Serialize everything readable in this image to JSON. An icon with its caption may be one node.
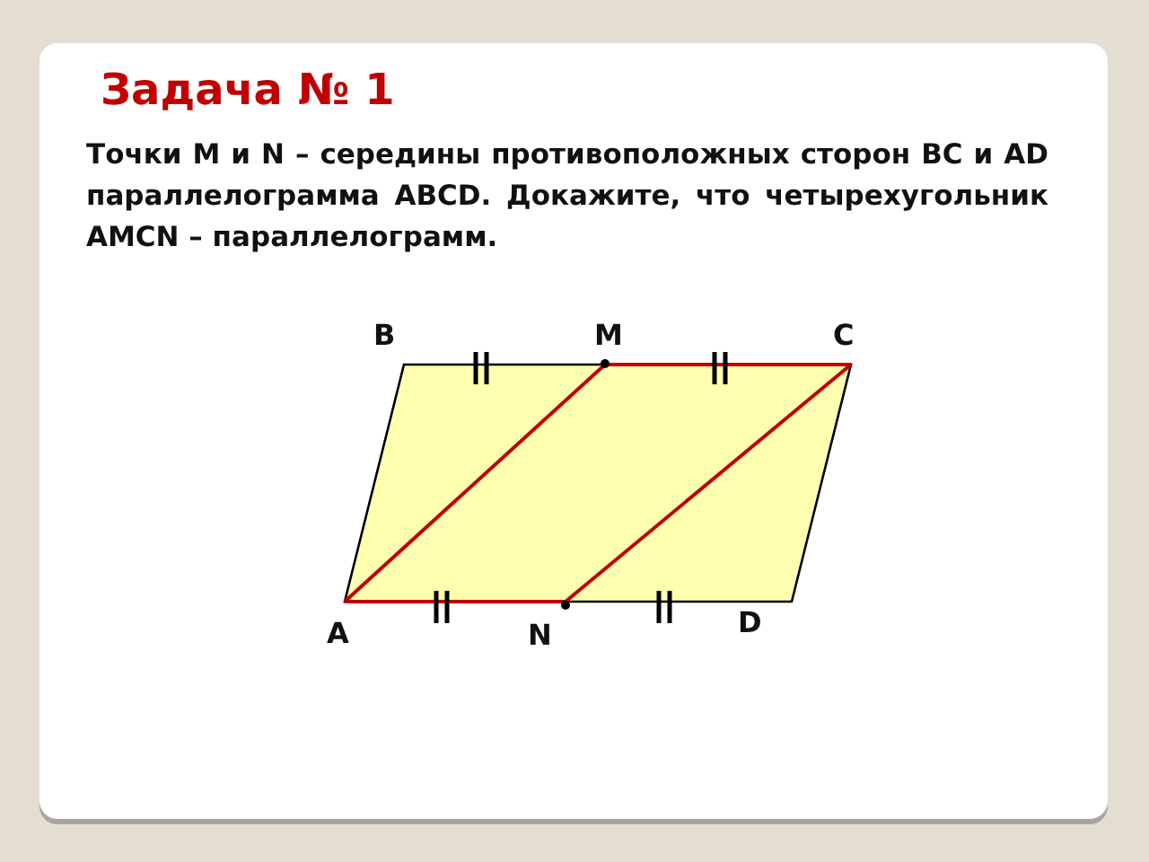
{
  "diagram": {
    "title": "Задача № 1",
    "labels": [
      "Точки M и  N – середины противоположных сторон BC и AD параллелограмма ABCD. Докажите, что четырехугольник AMCN – параллелограмм.",
      "B",
      "M",
      "C",
      "D",
      "A",
      "N"
    ]
  }
}
